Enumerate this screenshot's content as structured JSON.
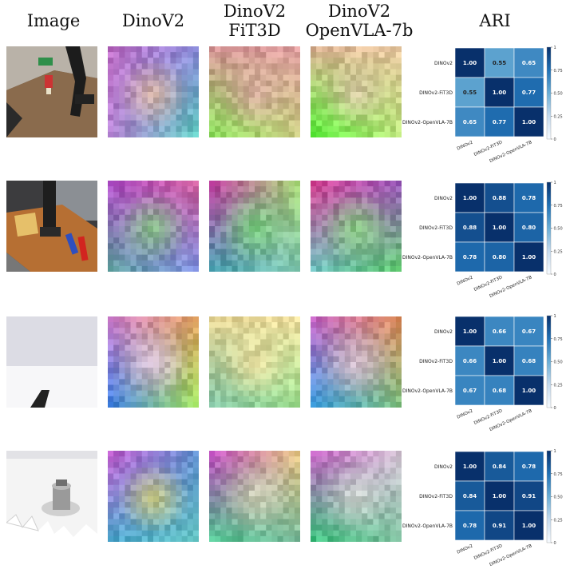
{
  "columns": [
    "Image",
    "DinoV2",
    "DinoV2\nFiT3D",
    "DinoV2\nOpenVLA-7b",
    "ARI"
  ],
  "column_lines": [
    [
      "Image"
    ],
    [
      "DinoV2"
    ],
    [
      "DinoV2",
      "FiT3D"
    ],
    [
      "DinoV2",
      "OpenVLA-7b"
    ],
    [
      "ARI"
    ]
  ],
  "colorbar_ticks": [
    "1",
    "0.75",
    "0.50",
    "0.25",
    "0"
  ],
  "chart_data": [
    {
      "type": "heatmap",
      "title": "",
      "row_labels": [
        "DINOv2",
        "DINOv2-FiT3D",
        "DINOv2-OpenVLA-7B"
      ],
      "col_labels": [
        "DINOv2",
        "DINOv2-FiT3D",
        "DINOv2-OpenVLA-7B"
      ],
      "values": [
        [
          1.0,
          0.55,
          0.65
        ],
        [
          0.55,
          1.0,
          0.77
        ],
        [
          0.65,
          0.77,
          1.0
        ]
      ],
      "value_labels": [
        [
          "1.00",
          "0.55",
          "0.65"
        ],
        [
          "0.55",
          "1.00",
          "0.77"
        ],
        [
          "0.65",
          "0.77",
          "1.00"
        ]
      ],
      "colorbar": {
        "min": 0,
        "max": 1,
        "ticks": [
          0,
          0.25,
          0.5,
          0.75,
          1
        ]
      }
    },
    {
      "type": "heatmap",
      "title": "",
      "row_labels": [
        "DINOv2",
        "DINOv2-FiT3D",
        "DINOv2-OpenVLA-7B"
      ],
      "col_labels": [
        "DINOv2",
        "DINOv2-FiT3D",
        "DINOv2-OpenVLA-7B"
      ],
      "values": [
        [
          1.0,
          0.88,
          0.78
        ],
        [
          0.88,
          1.0,
          0.8
        ],
        [
          0.78,
          0.8,
          1.0
        ]
      ],
      "value_labels": [
        [
          "1.00",
          "0.88",
          "0.78"
        ],
        [
          "0.88",
          "1.00",
          "0.80"
        ],
        [
          "0.78",
          "0.80",
          "1.00"
        ]
      ],
      "colorbar": {
        "min": 0,
        "max": 1,
        "ticks": [
          0,
          0.25,
          0.5,
          0.75,
          1
        ]
      }
    },
    {
      "type": "heatmap",
      "title": "",
      "row_labels": [
        "DINOv2",
        "DINOv2-FiT3D",
        "DINOv2-OpenVLA-7B"
      ],
      "col_labels": [
        "DINOv2",
        "DINOv2-FiT3D",
        "DINOv2-OpenVLA-7B"
      ],
      "values": [
        [
          1.0,
          0.66,
          0.67
        ],
        [
          0.66,
          1.0,
          0.68
        ],
        [
          0.67,
          0.68,
          1.0
        ]
      ],
      "value_labels": [
        [
          "1.00",
          "0.66",
          "0.67"
        ],
        [
          "0.66",
          "1.00",
          "0.68"
        ],
        [
          "0.67",
          "0.68",
          "1.00"
        ]
      ],
      "colorbar": {
        "min": 0,
        "max": 1,
        "ticks": [
          0,
          0.25,
          0.5,
          0.75,
          1
        ]
      }
    },
    {
      "type": "heatmap",
      "title": "",
      "row_labels": [
        "DINOv2",
        "DINOv2-FiT3D",
        "DINOv2-OpenVLA-7B"
      ],
      "col_labels": [
        "DINOv2",
        "DINOv2-FiT3D",
        "DINOv2-OpenVLA-7B"
      ],
      "values": [
        [
          1.0,
          0.84,
          0.78
        ],
        [
          0.84,
          1.0,
          0.91
        ],
        [
          0.78,
          0.91,
          1.0
        ]
      ],
      "value_labels": [
        [
          "1.00",
          "0.84",
          "0.78"
        ],
        [
          "0.84",
          "1.00",
          "0.91"
        ],
        [
          "0.78",
          "0.91",
          "1.00"
        ]
      ],
      "colorbar": {
        "min": 0,
        "max": 1,
        "ticks": [
          0,
          0.25,
          0.5,
          0.75,
          1
        ]
      }
    }
  ]
}
